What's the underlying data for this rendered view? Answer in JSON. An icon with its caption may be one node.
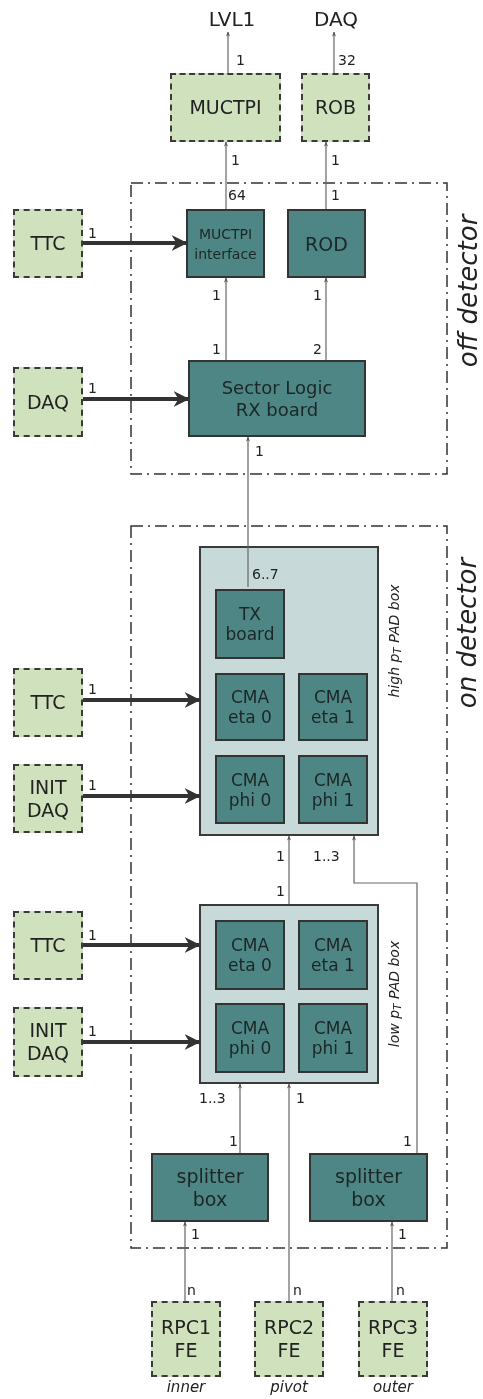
{
  "diagram": {
    "nodes": [
      {
        "text": [
          "LVL1"
        ]
      },
      {
        "text": [
          "DAQ"
        ]
      },
      {
        "text": [
          "MUCTPI"
        ]
      },
      {
        "text": [
          "ROB"
        ]
      },
      {
        "text": [
          "off detector"
        ]
      },
      {
        "text": [
          "TTC"
        ]
      },
      {
        "text": [
          "MUCTPI interface"
        ],
        "in": 4
      },
      {
        "text": [
          "ROD"
        ],
        "in": 4
      },
      {
        "text": [
          "DAQ"
        ]
      },
      {
        "text": [
          "Sector Logic RX board"
        ],
        "in": 4
      },
      {
        "text": [
          "on detector"
        ]
      },
      {
        "text": [
          "high p$_{T}$ PAD box"
        ],
        "in": 10
      },
      {
        "text": [
          "TX board"
        ],
        "in": 11
      },
      {
        "text": [
          "CMA eta 0"
        ],
        "in": 11
      },
      {
        "text": [
          "CMA eta 1"
        ],
        "in": 11
      },
      {
        "text": [
          "CMA phi 0"
        ],
        "in": 11
      },
      {
        "text": [
          "CMA phi 1"
        ],
        "in": 11
      },
      {
        "text": [
          "TTC"
        ]
      },
      {
        "text": [
          "INIT DAQ"
        ]
      },
      {
        "text": [
          "low p$_{T}$ PAD box"
        ],
        "in": 10
      },
      {
        "text": [
          "CMA eta 0"
        ],
        "in": 19
      },
      {
        "text": [
          "CMA eta 1"
        ],
        "in": 19
      },
      {
        "text": [
          "CMA phi 0"
        ],
        "in": 19
      },
      {
        "text": [
          "CMA phi 1"
        ],
        "in": 19
      },
      {
        "text": [
          "TTC"
        ]
      },
      {
        "text": [
          "INIT DAQ"
        ]
      },
      {
        "text": [
          "splitter box"
        ],
        "in": 10
      },
      {
        "text": [
          "splitter box"
        ],
        "in": 10
      },
      {
        "text": [
          "RPC1 FE"
        ],
        "beside": [
          "inner"
        ]
      },
      {
        "text": [
          "RPC2 FE"
        ],
        "beside": [
          "pivot"
        ]
      },
      {
        "text": [
          "RPC3 FE"
        ],
        "beside": [
          "outer"
        ]
      }
    ],
    "edges": [
      {
        "from": 2,
        "to": 0,
        "arrow": "to"
      },
      {
        "from": 3,
        "to": 1,
        "arrow": "to"
      },
      {
        "from": 6,
        "to": 2,
        "arrow": "to"
      },
      {
        "from": 7,
        "to": 3,
        "arrow": "to"
      },
      {
        "from": 5,
        "to": 6,
        "arrow": "to",
        "style": "thick"
      },
      {
        "from": 8,
        "to": 9,
        "arrow": "to",
        "style": "thick"
      },
      {
        "from": 9,
        "to": 6,
        "arrow": "to"
      },
      {
        "from": 9,
        "to": 7,
        "arrow": "to"
      },
      {
        "from": 12,
        "to": 9,
        "arrow": "to"
      },
      {
        "from": 17,
        "to": 11,
        "arrow": "to",
        "style": "thick"
      },
      {
        "from": 18,
        "to": 11,
        "arrow": "to",
        "style": "thick"
      },
      {
        "from": 19,
        "to": 11,
        "arrow": "to"
      },
      {
        "from": 27,
        "to": 11,
        "arrow": "to"
      },
      {
        "from": 24,
        "to": 19,
        "arrow": "to",
        "style": "thick"
      },
      {
        "from": 25,
        "to": 19,
        "arrow": "to",
        "style": "thick"
      },
      {
        "from": 26,
        "to": 19,
        "arrow": "to"
      },
      {
        "from": 29,
        "to": 19,
        "arrow": "to"
      },
      {
        "from": 28,
        "to": 26,
        "arrow": "to"
      },
      {
        "from": 30,
        "to": 27,
        "arrow": "to"
      }
    ],
    "labels": [
      "1",
      "32",
      "1",
      "1",
      "64",
      "1",
      "1",
      "1",
      "1",
      "1",
      "2",
      "1",
      "1",
      "6..7",
      "1",
      "1",
      "1",
      "1..3",
      "1",
      "1",
      "1",
      "1..3",
      "1",
      "1",
      "1",
      "1",
      "1",
      "n",
      "n",
      "n"
    ]
  }
}
